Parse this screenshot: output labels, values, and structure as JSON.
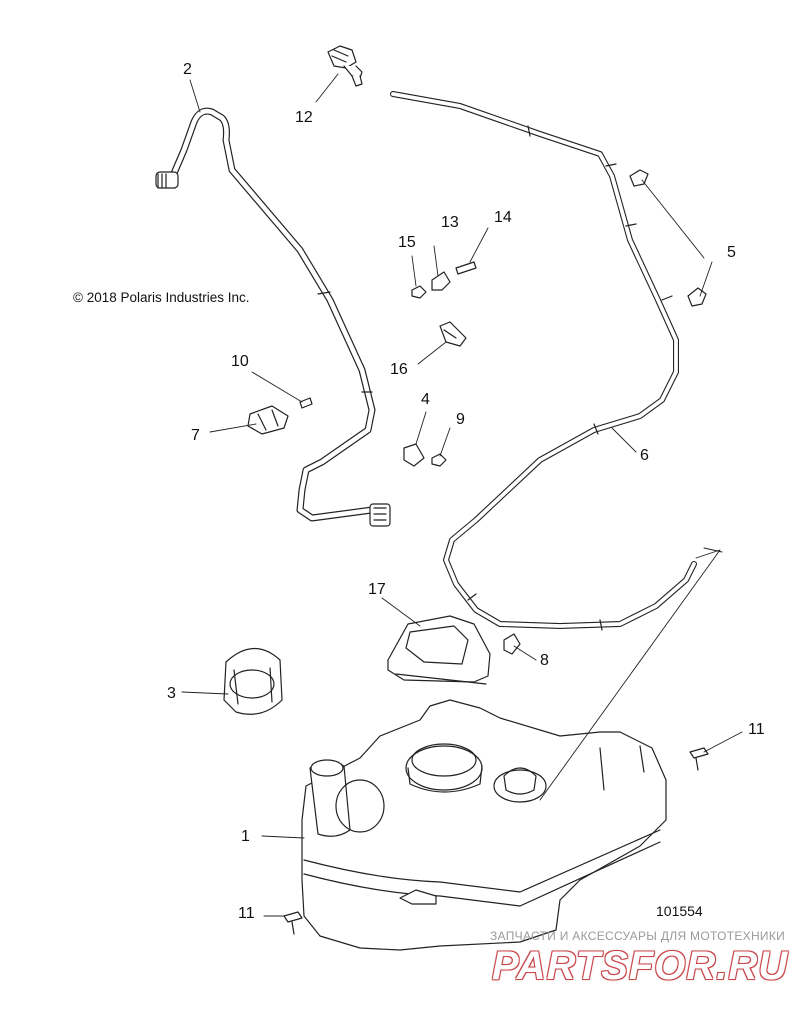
{
  "copyright": "© 2018 Polaris Industries Inc.",
  "part_number": "101554",
  "watermark": {
    "tagline": "ЗАПЧАСТИ И АКСЕССУАРЫ ДЛЯ МОТОТЕХНИКИ",
    "logo_text": "PARTSFOR.RU",
    "logo_color": "#c8474c"
  },
  "callouts": {
    "c1": "1",
    "c2": "2",
    "c3": "3",
    "c4": "4",
    "c5": "5",
    "c6": "6",
    "c7": "7",
    "c8": "8",
    "c9": "9",
    "c10": "10",
    "c11a": "11",
    "c11b": "11",
    "c12": "12",
    "c13": "13",
    "c14": "14",
    "c15": "15",
    "c16": "16",
    "c17": "17"
  },
  "line_color": "#222222"
}
